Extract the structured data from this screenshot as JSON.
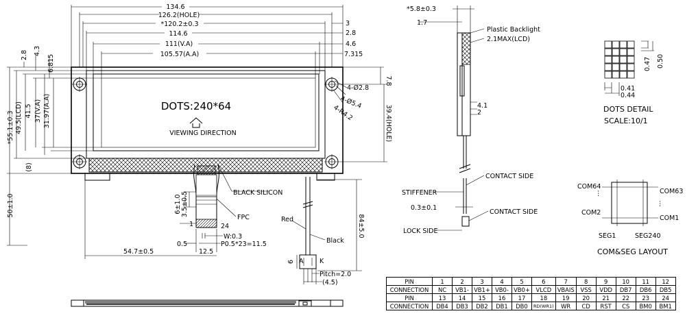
{
  "front_view": {
    "dims_top": [
      "134.6",
      "126.2(HOLE)",
      "*120.2±0.3",
      "114.6",
      "111(V.A)",
      "105.57(A.A)"
    ],
    "dims_top_right": [
      "3",
      "2.8",
      "4.6",
      "7.315"
    ],
    "dims_left_top": [
      "2.8",
      "4.3",
      "6.815"
    ],
    "dims_left": [
      "31.97(A.A)",
      "37(V.A)",
      "41.5",
      "49.5(LCD)",
      "*55.1±0.3",
      "50±1.0",
      "(8)"
    ],
    "dims_right": [
      "7.8",
      "39.4(HOLE)",
      "84±5.0"
    ],
    "holes": [
      "4-Ø2.8",
      "4-Ø5.4",
      "4-R4.2"
    ],
    "display_text": "DOTS:240*64",
    "viewing_direction": "VIEWING DIRECTION",
    "black_silicon": "BLACK SILICON",
    "fpc": "FPC",
    "fpc_dims": [
      "3.5±0.5",
      "6±1.0"
    ],
    "pin_first": "1",
    "pin_last": "24",
    "w": "W:0.3",
    "pitch": "P0.5*23=11.5",
    "left_dim": "0.5",
    "bottom_dims": [
      "54.7±0.5",
      "12.5"
    ],
    "wire_red": "Red",
    "wire_black": "Black",
    "connector_a": "A",
    "connector_k": "K",
    "connector_h": "6",
    "connector_pitch": "Pitch=2.0",
    "connector_width": "(4.5)"
  },
  "side_view": {
    "top_dim": "*5.8±0.3",
    "dim_1_7": "1.7",
    "plastic_backlight": "Plastic Backlight",
    "max_lcd": "2.1MAX(LCD)",
    "dim_4_1": "4.1",
    "dim_2": "2",
    "stiffener": "STIFFENER",
    "contact_side_1": "CONTACT SIDE",
    "contact_side_2": "CONTACT SIDE",
    "dim_0_3": "0.3±0.1",
    "lock_side": "LOCK SIDE"
  },
  "dots_detail": {
    "title_1": "DOTS DETAIL",
    "title_2": "SCALE:10/1",
    "dims": [
      "0.41",
      "0.44",
      "0.47",
      "0.50"
    ]
  },
  "com_seg": {
    "com64": "COM64",
    "com63": "COM63",
    "com2": "COM2",
    "com1": "COM1",
    "seg1": "SEG1",
    "seg240": "SEG240",
    "title": "COM&SEG LAYOUT"
  },
  "pin_table": {
    "head_pin": "PIN",
    "head_connection": "CONNECTION",
    "row1_pins": [
      "1",
      "2",
      "3",
      "4",
      "5",
      "6",
      "7",
      "8",
      "9",
      "10",
      "11",
      "12"
    ],
    "row1_conn": [
      "NC",
      "VB1-",
      "VB1+",
      "VB0-",
      "VB0+",
      "VLCD",
      "VBAIS",
      "VSS",
      "VDD",
      "DB7",
      "DB6",
      "DB5"
    ],
    "row2_pins": [
      "13",
      "14",
      "15",
      "16",
      "17",
      "18",
      "19",
      "20",
      "21",
      "22",
      "23",
      "24"
    ],
    "row2_conn": [
      "DB4",
      "DB3",
      "DB2",
      "DB1",
      "DB0",
      "RD(WR1)",
      "WR",
      "CD",
      "RST",
      "CS",
      "BM0",
      "BM1"
    ]
  }
}
